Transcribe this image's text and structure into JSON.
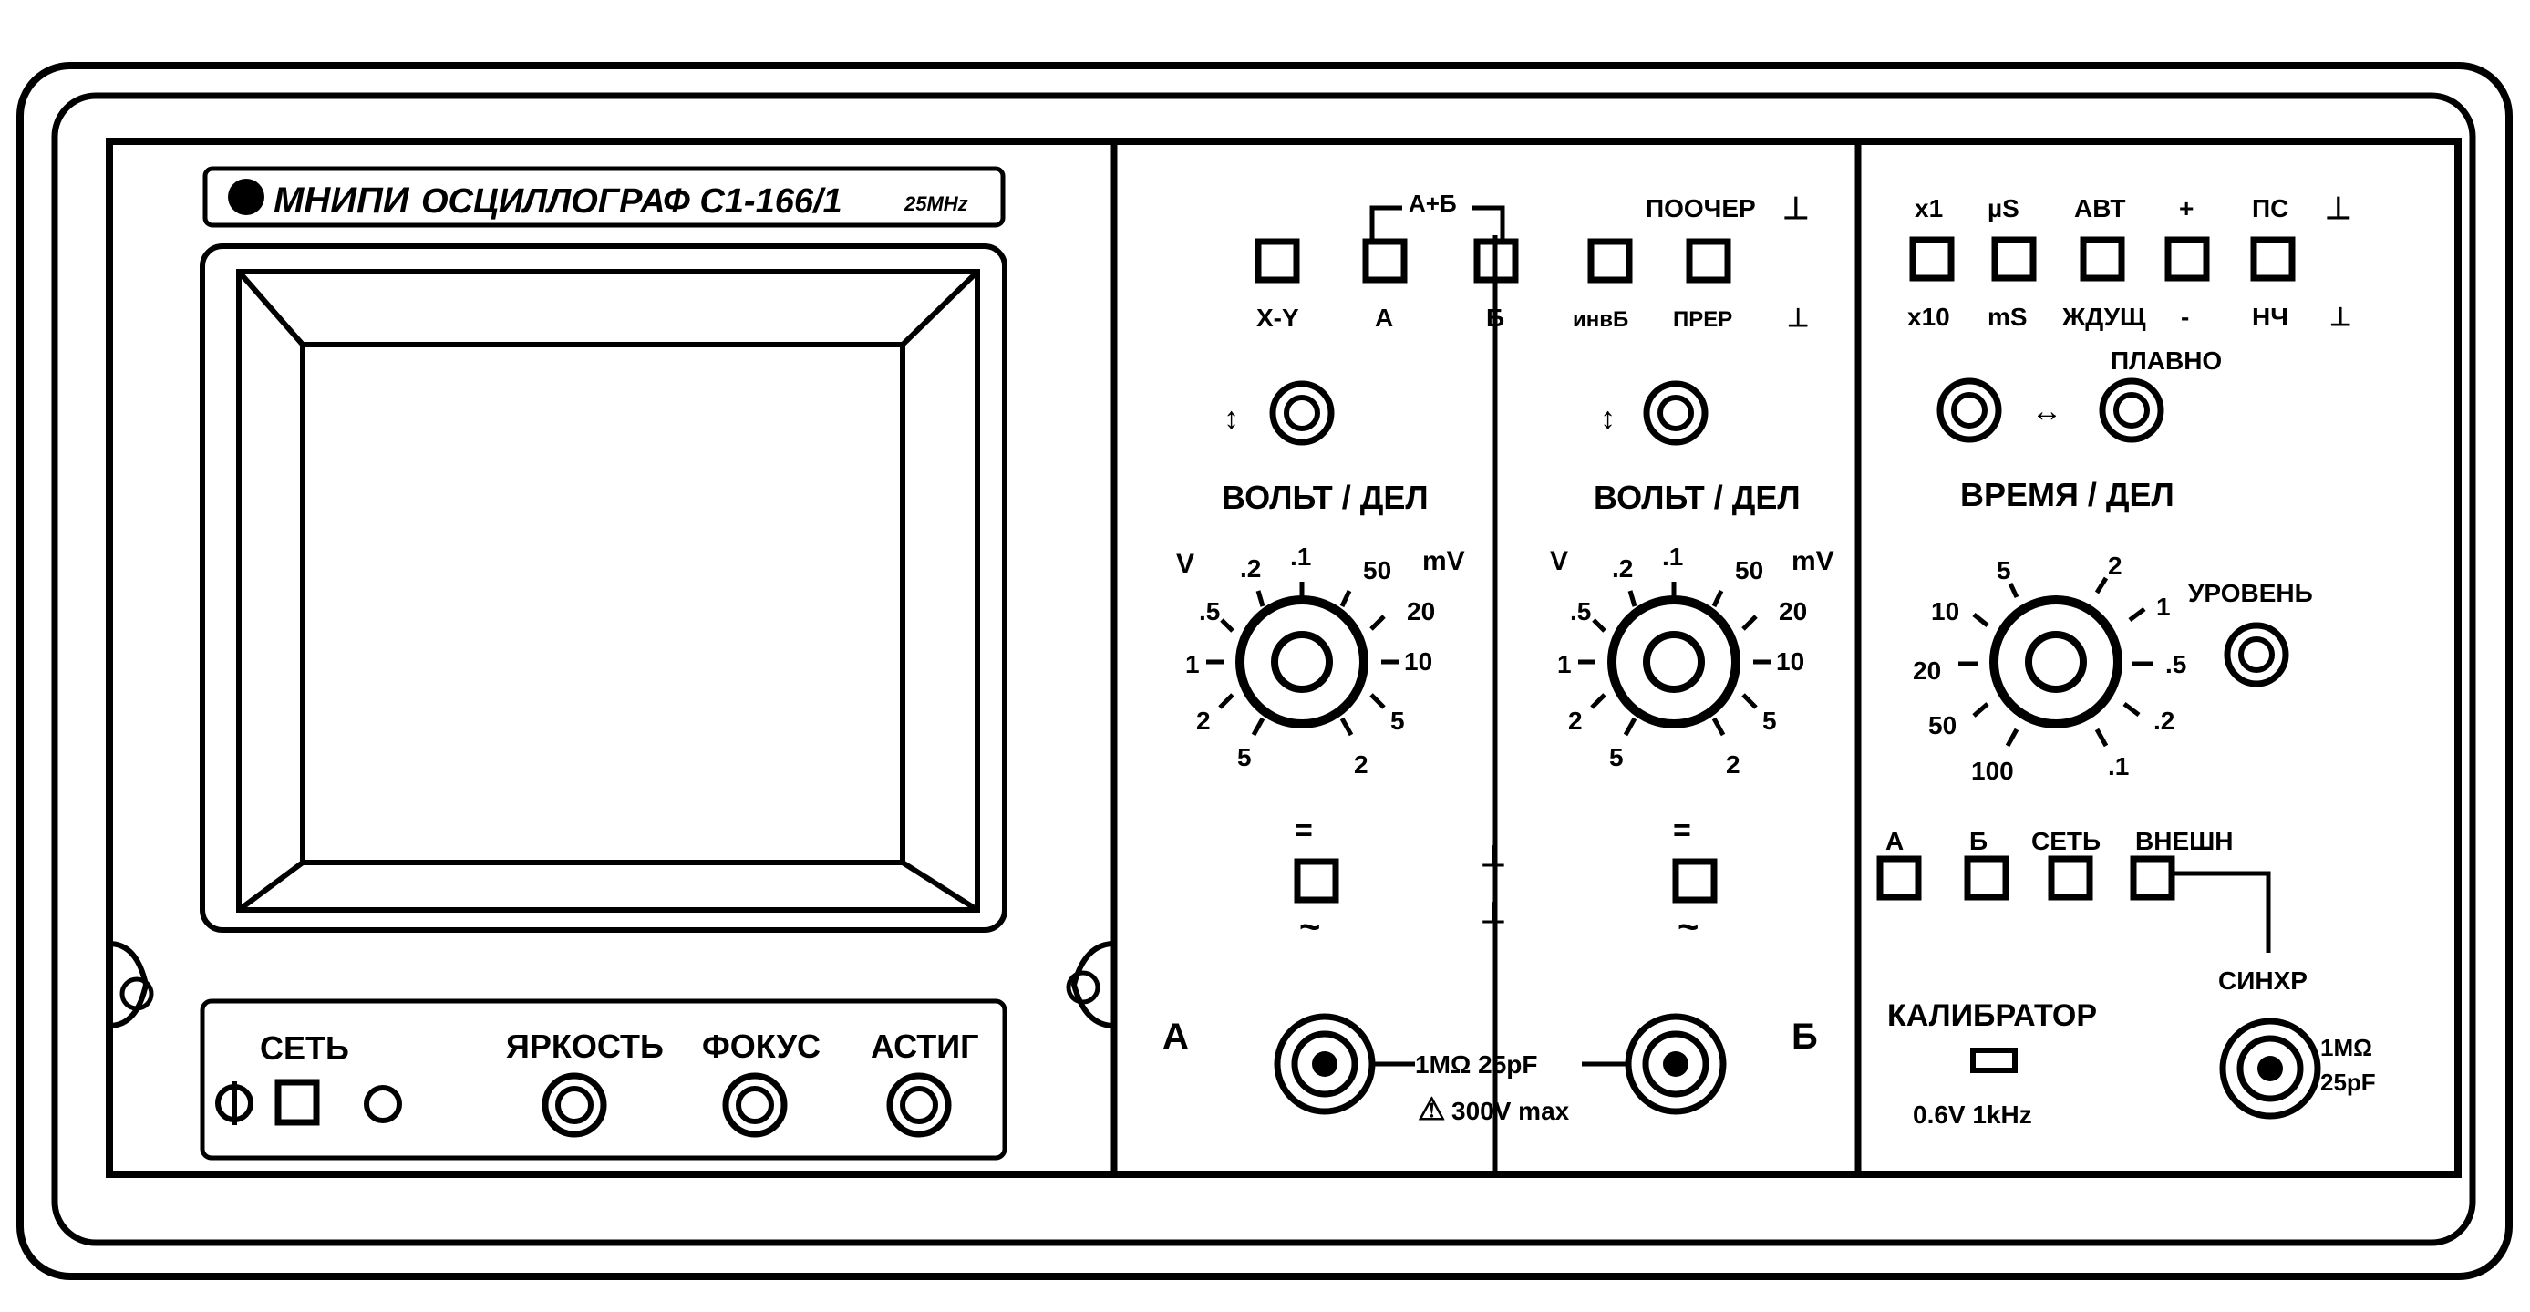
{
  "brand": {
    "name": "МНИПИ",
    "title": "ОСЦИЛЛОГРАФ С1-166/1",
    "bandwidth": "25MHz"
  },
  "power": {
    "label": "СЕТЬ",
    "symbol": "Ф"
  },
  "crt_controls": {
    "brightness": "ЯРКОСТЬ",
    "focus": "ФОКУС",
    "astig": "АСТИГ"
  },
  "vertical": {
    "sum_label": "А+Б",
    "mode_top_label": "ПООЧЕР",
    "buttons_bottom": [
      "X-Y",
      "А",
      "Б",
      "инвБ",
      "ПРЕР"
    ],
    "volts_div": "ВОЛЬТ / ДЕЛ",
    "scale": {
      "v_unit": "V",
      "mv_unit": "mV",
      "ticks": [
        ".5",
        ".2",
        ".1",
        "50",
        "20",
        "10",
        "5",
        "2",
        "5",
        "2",
        "1"
      ]
    },
    "coupling_top": "=",
    "coupling_bottom": "~",
    "input_a": "А",
    "input_b": "Б",
    "impedance": "1MΩ 25pF",
    "max_voltage": "300V max",
    "warning_symbol": "⚠"
  },
  "timebase": {
    "top_labels": [
      "x1",
      "µS",
      "АВТ",
      "+",
      "ПС"
    ],
    "bottom_labels": [
      "x10",
      "mS",
      "ЖДУЩ",
      "-",
      "НЧ"
    ],
    "vernier": "ПЛАВНО",
    "time_div": "ВРЕМЯ / ДЕЛ",
    "scale_ticks": [
      "5",
      "2",
      "1",
      ".5",
      ".2",
      ".1",
      "100",
      "50",
      "20",
      "10"
    ],
    "level": "УРОВЕНЬ",
    "sync_sources": [
      "А",
      "Б",
      "СЕТЬ",
      "ВНЕШН"
    ],
    "sync": "СИНХР",
    "sync_impedance_1": "1MΩ",
    "sync_impedance_2": "25pF",
    "calibrator": "КАЛИБРАТОР",
    "calibrator_spec": "0.6V 1kHz"
  }
}
